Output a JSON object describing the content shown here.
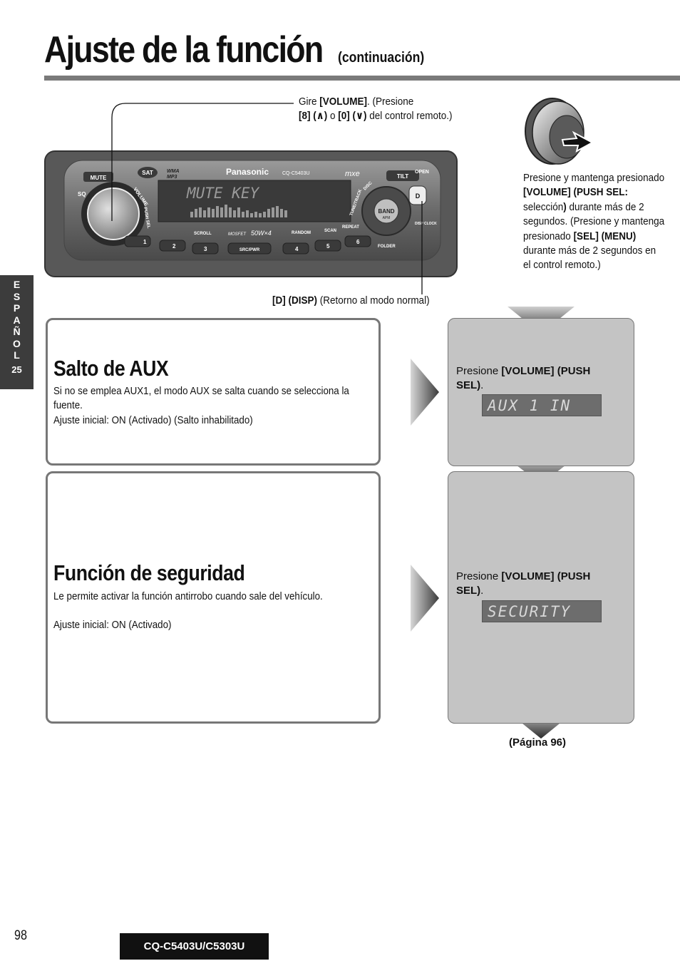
{
  "header": {
    "title": "Ajuste de la función",
    "subtitle": "(continuación)"
  },
  "side_tab": {
    "letters": [
      "E",
      "S",
      "P",
      "A",
      "Ñ",
      "O",
      "L"
    ],
    "number": "25"
  },
  "radio": {
    "brand": "Panasonic",
    "model": "CQ-C5403U",
    "display_text": "MUTE KEY",
    "labels": {
      "mute": "MUTE",
      "sq": "SQ",
      "sat": "SAT",
      "wma": "WMA",
      "mp3": "MP3",
      "mxe": "mxe",
      "tilt": "TILT",
      "open": "OPEN",
      "volume": "VOLUME",
      "push_sel": "PUSH SEL",
      "tune_track": "TUNE/TRACK",
      "disc": "DISC",
      "band": "BAND",
      "apm": "APM",
      "d": "D",
      "disp_clock": "DISP CLOCK",
      "scroll": "SCROLL",
      "mosfet": "MOSFET",
      "power": "50W×4",
      "random": "RANDOM",
      "scan": "SCAN",
      "repeat": "REPEAT",
      "folder": "FOLDER",
      "src_pwr": "SRC/PWR",
      "buttons": [
        "1",
        "2",
        "3",
        "4",
        "5",
        "6"
      ]
    }
  },
  "callouts": {
    "volume": {
      "prefix": "Gire ",
      "key": "[VOLUME]",
      "mid": ". (Presione",
      "key8": "[8] (",
      "up": "∧",
      "close8": ")",
      "o": " o ",
      "key0": "[0] (",
      "down": "∨",
      "close0": ")",
      "suffix": " del control remoto.)"
    },
    "disp": {
      "key": "[D] (DISP)",
      "text": " (Retorno al modo normal)"
    }
  },
  "right_instruction": {
    "p1": "Presione y mantenga presionado ",
    "k1": "[VOLUME] (PUSH SEL:",
    "p2": " selección",
    "k2": ")",
    "p3": " durante más de 2 segundos. (Presione y mantenga presionado ",
    "k3": "[SEL] (MENU)",
    "p4": " durante más de 2 segundos en el control remoto.)"
  },
  "sections": [
    {
      "title": "Salto de AUX",
      "body1": "Si no se emplea AUX1, el modo AUX se salta cuando se selecciona la fuente.",
      "body2": "Ajuste inicial: ON (Activado) (Salto inhabilitado)",
      "step_prefix": "Presione ",
      "step_key": "[VOLUME] (PUSH SEL)",
      "step_suffix": ".",
      "lcd": "AUX 1 IN"
    },
    {
      "title": "Función de seguridad",
      "body1": "Le permite activar la función antirrobo cuando sale del vehículo.",
      "body2": "Ajuste inicial: ON (Activado)",
      "step_prefix": "Presione ",
      "step_key": "[VOLUME] (PUSH SEL)",
      "step_suffix": ".",
      "lcd": "SECURITY"
    }
  ],
  "pagina_ref": "(Página 96)",
  "footer": {
    "page_number": "98",
    "model": "CQ-C5403U/C5303U"
  }
}
